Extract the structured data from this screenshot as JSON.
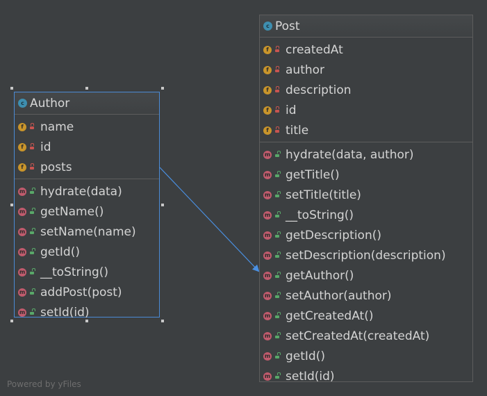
{
  "author_class": {
    "name": "Author",
    "fields": [
      "name",
      "id",
      "posts"
    ],
    "methods": [
      "hydrate(data)",
      "getName()",
      "setName(name)",
      "getId()",
      "__toString()",
      "addPost(post)",
      "setId(id)"
    ]
  },
  "post_class": {
    "name": "Post",
    "fields": [
      "createdAt",
      "author",
      "description",
      "id",
      "title"
    ],
    "methods": [
      "hydrate(data, author)",
      "getTitle()",
      "setTitle(title)",
      "__toString()",
      "getDescription()",
      "setDescription(description)",
      "getAuthor()",
      "setAuthor(author)",
      "getCreatedAt()",
      "setCreatedAt(createdAt)",
      "getId()",
      "setId(id)"
    ]
  },
  "badges": {
    "class": "c",
    "field": "f",
    "method": "m"
  },
  "watermark": "Powered by yFiles",
  "colors": {
    "background": "#3c3f41",
    "selection": "#4b8bd6",
    "connector": "#4a90e2",
    "field_badge": "#c9952b",
    "method_badge": "#c05b6d",
    "class_badge": "#3e8fb0"
  }
}
